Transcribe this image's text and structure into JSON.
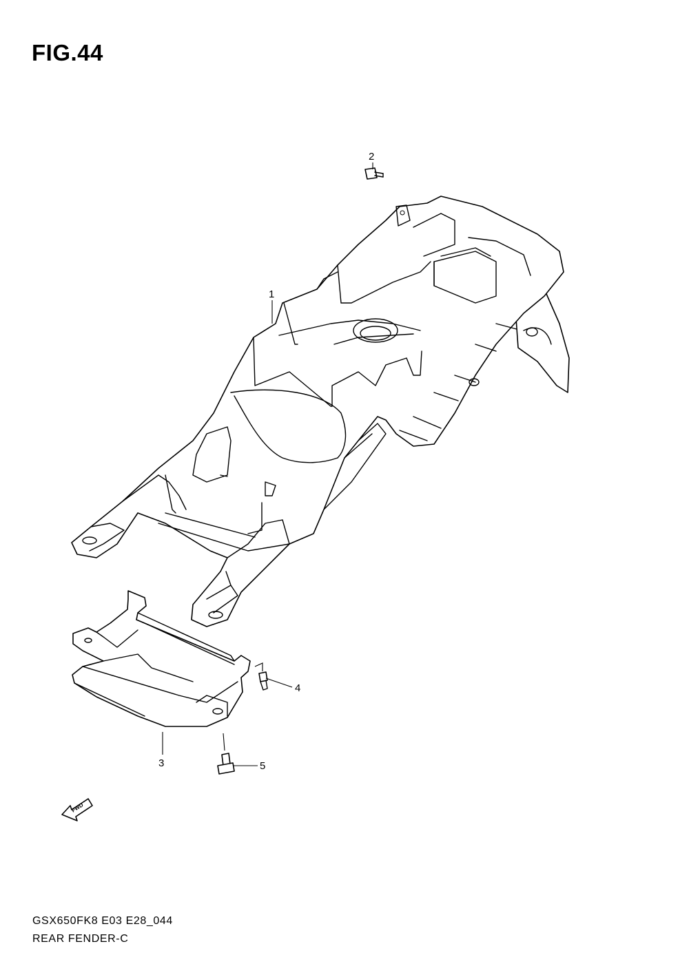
{
  "figure": {
    "title": "FIG.44"
  },
  "callouts": [
    {
      "id": "c1",
      "label": "1"
    },
    {
      "id": "c2",
      "label": "2"
    },
    {
      "id": "c3",
      "label": "3"
    },
    {
      "id": "c4",
      "label": "4"
    },
    {
      "id": "c5",
      "label": "5"
    }
  ],
  "direction_arrow": {
    "label": "FWD",
    "icon": "fwd-arrow-icon"
  },
  "footer": {
    "model_code": "GSX650FK8 E03 E28_044",
    "section_name": "REAR FENDER-C"
  }
}
